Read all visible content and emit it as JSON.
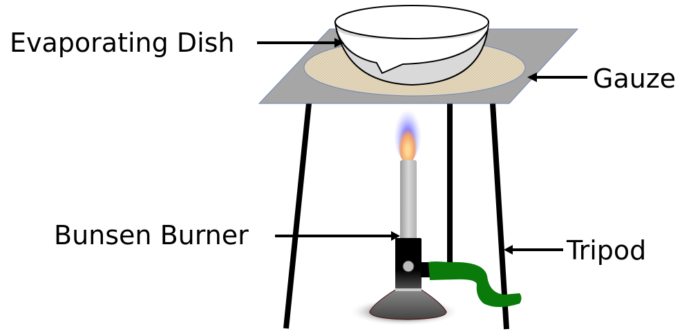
{
  "labels": {
    "dish": "Evaporating Dish",
    "gauze": "Gauze",
    "burner": "Bunsen Burner",
    "tripod": "Tripod"
  },
  "colors": {
    "gauze_plate": "#a6a6a6",
    "gauze_mesh": "#e8dcc2",
    "hose": "#0a7a0a",
    "flame_outer": "#8080ff",
    "flame_inner": "#ffcc80"
  }
}
